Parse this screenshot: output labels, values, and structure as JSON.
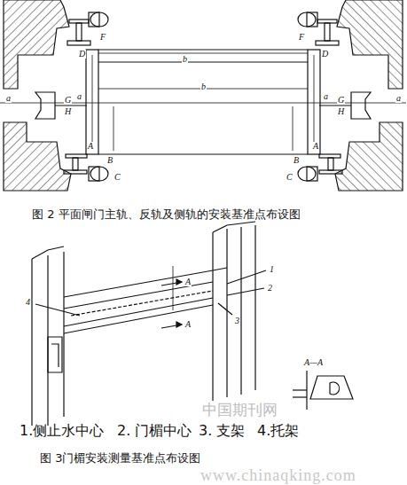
{
  "diagram": {
    "labels": [
      "F",
      "F",
      "D",
      "D",
      "b",
      "b",
      "a",
      "a",
      "G",
      "G",
      "H",
      "H",
      "a",
      "a",
      "A",
      "A",
      "B",
      "B",
      "C",
      "C",
      "图 2 平面闸门主轨、反轨及侧轨的安装基准点布设图",
      "A",
      "A",
      "1",
      "2",
      "3",
      "4",
      "A—A",
      "1.侧止水中心",
      "2. 门楣中心",
      "3. 支架",
      "4.托架",
      "图 3门楣安装测量基准点布设图",
      "中国期刊网",
      "www.chinaqking.com"
    ]
  }
}
